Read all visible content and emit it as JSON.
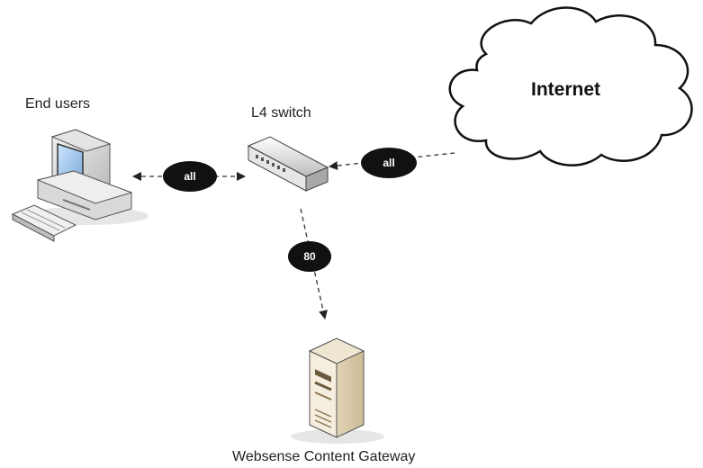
{
  "nodes": {
    "end_users": "End users",
    "switch": "L4 switch",
    "internet": "Internet",
    "gateway": "Websense Content Gateway"
  },
  "flows": {
    "users_switch": "all",
    "switch_internet": "all",
    "switch_gateway": "80"
  },
  "colors": {
    "badge": "#111111",
    "arrow": "#333333",
    "cloud_fill": "#ffffff",
    "cloud_stroke": "#111111",
    "server_body": "#e8dcc4"
  }
}
